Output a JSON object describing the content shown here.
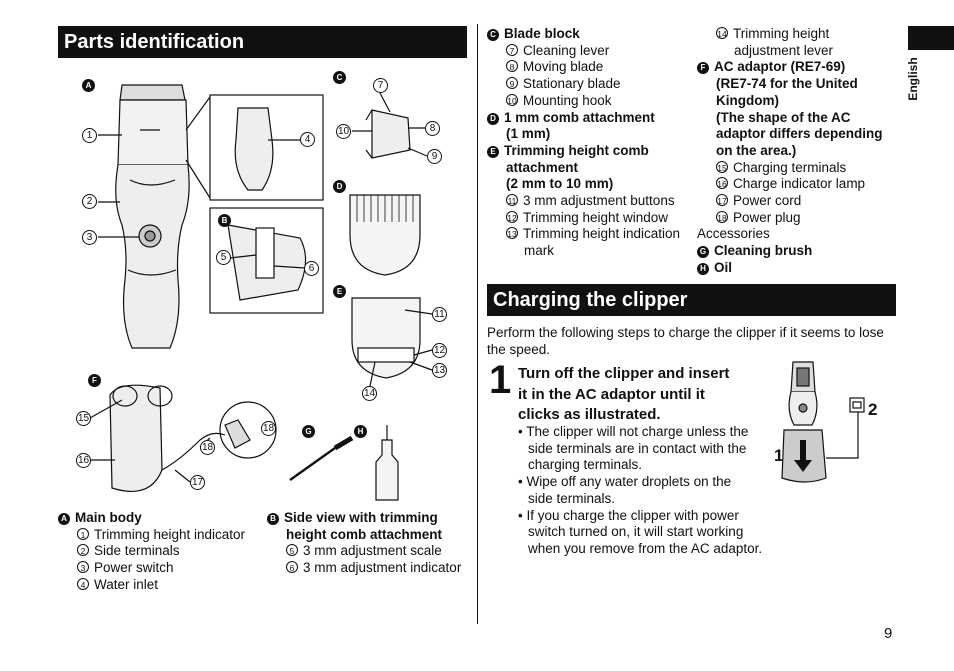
{
  "sections": {
    "parts_title": "Parts identification",
    "charging_title": "Charging the clipper"
  },
  "side_tab": {
    "language": "English"
  },
  "page_number": "9",
  "figure_labels": {
    "A": "A",
    "B": "B",
    "C": "C",
    "D": "D",
    "E": "E",
    "F": "F",
    "G": "G",
    "H": "H",
    "n1": "1",
    "n2": "2",
    "n3": "3",
    "n4": "4",
    "n5": "5",
    "n6": "6",
    "n7": "7",
    "n8": "8",
    "n9": "9",
    "n10": "10",
    "n11": "11",
    "n12": "12",
    "n13": "13",
    "n14": "14",
    "n15": "15",
    "n16": "16",
    "n17": "17",
    "n18a": "18",
    "n18b": "18",
    "step1": "1",
    "step2": "2"
  },
  "legend_left": {
    "main_body": {
      "badge": "A",
      "title": "Main body",
      "items": [
        {
          "num": "1",
          "text": "Trimming height indicator"
        },
        {
          "num": "2",
          "text": "Side terminals"
        },
        {
          "num": "3",
          "text": "Power switch"
        },
        {
          "num": "4",
          "text": "Water inlet"
        }
      ]
    },
    "side_view": {
      "badge": "B",
      "title_line1": "Side view with trimming",
      "title_line2": "height comb attachment",
      "items": [
        {
          "num": "5",
          "text": "3 mm adjustment scale"
        },
        {
          "num": "6",
          "text": "3 mm adjustment indicator"
        }
      ]
    }
  },
  "legend_right": {
    "blade_block": {
      "badge": "C",
      "title": "Blade block",
      "items": [
        {
          "num": "7",
          "text": "Cleaning lever"
        },
        {
          "num": "8",
          "text": "Moving blade"
        },
        {
          "num": "9",
          "text": "Stationary blade"
        },
        {
          "num": "10",
          "text": "Mounting hook"
        }
      ]
    },
    "comb_1mm": {
      "badge": "D",
      "title_line1": "1 mm comb attachment",
      "title_line2": "(1 mm)"
    },
    "trim_comb": {
      "badge": "E",
      "title_line1": "Trimming height comb",
      "title_line2": "attachment",
      "title_line3": "(2 mm to 10 mm)",
      "items": [
        {
          "num": "11",
          "text": "3 mm adjustment buttons"
        },
        {
          "num": "12",
          "text": "Trimming height window"
        },
        {
          "num": "13",
          "text_line1": "Trimming height indication",
          "text_line2": "mark"
        },
        {
          "num": "14",
          "text_line1": "Trimming height",
          "text_line2": "adjustment lever"
        }
      ]
    },
    "adaptor": {
      "badge": "F",
      "title_lines": [
        "AC adaptor (RE7-69)",
        "(RE7-74 for the United",
        "Kingdom)",
        "(The shape of the AC",
        "adaptor differs depending",
        "on the area.)"
      ],
      "items": [
        {
          "num": "15",
          "text": "Charging terminals"
        },
        {
          "num": "16",
          "text": "Charge indicator lamp"
        },
        {
          "num": "17",
          "text": "Power cord"
        },
        {
          "num": "18",
          "text": "Power plug"
        }
      ]
    },
    "accessories_label": "Accessories",
    "brush": {
      "badge": "G",
      "title": "Cleaning brush"
    },
    "oil": {
      "badge": "H",
      "title": "Oil"
    }
  },
  "charging": {
    "intro_line1": "Perform the following steps to charge the clipper if it seems to lose",
    "intro_line2": "the speed.",
    "step_number": "1",
    "step_line1": "Turn off the clipper and insert",
    "step_line2": "it in the AC adaptor until it",
    "step_line3": "clicks as illustrated.",
    "bullets": [
      {
        "l1": "The clipper will not charge unless the",
        "l2": "side terminals are in contact with the",
        "l3": "charging terminals."
      },
      {
        "l1": "Wipe off any water droplets on the",
        "l2": "side terminals."
      },
      {
        "l1": "If you charge the clipper with power",
        "l2": "switch turned on, it will start working",
        "l3": "when you remove from the AC adaptor."
      }
    ]
  }
}
